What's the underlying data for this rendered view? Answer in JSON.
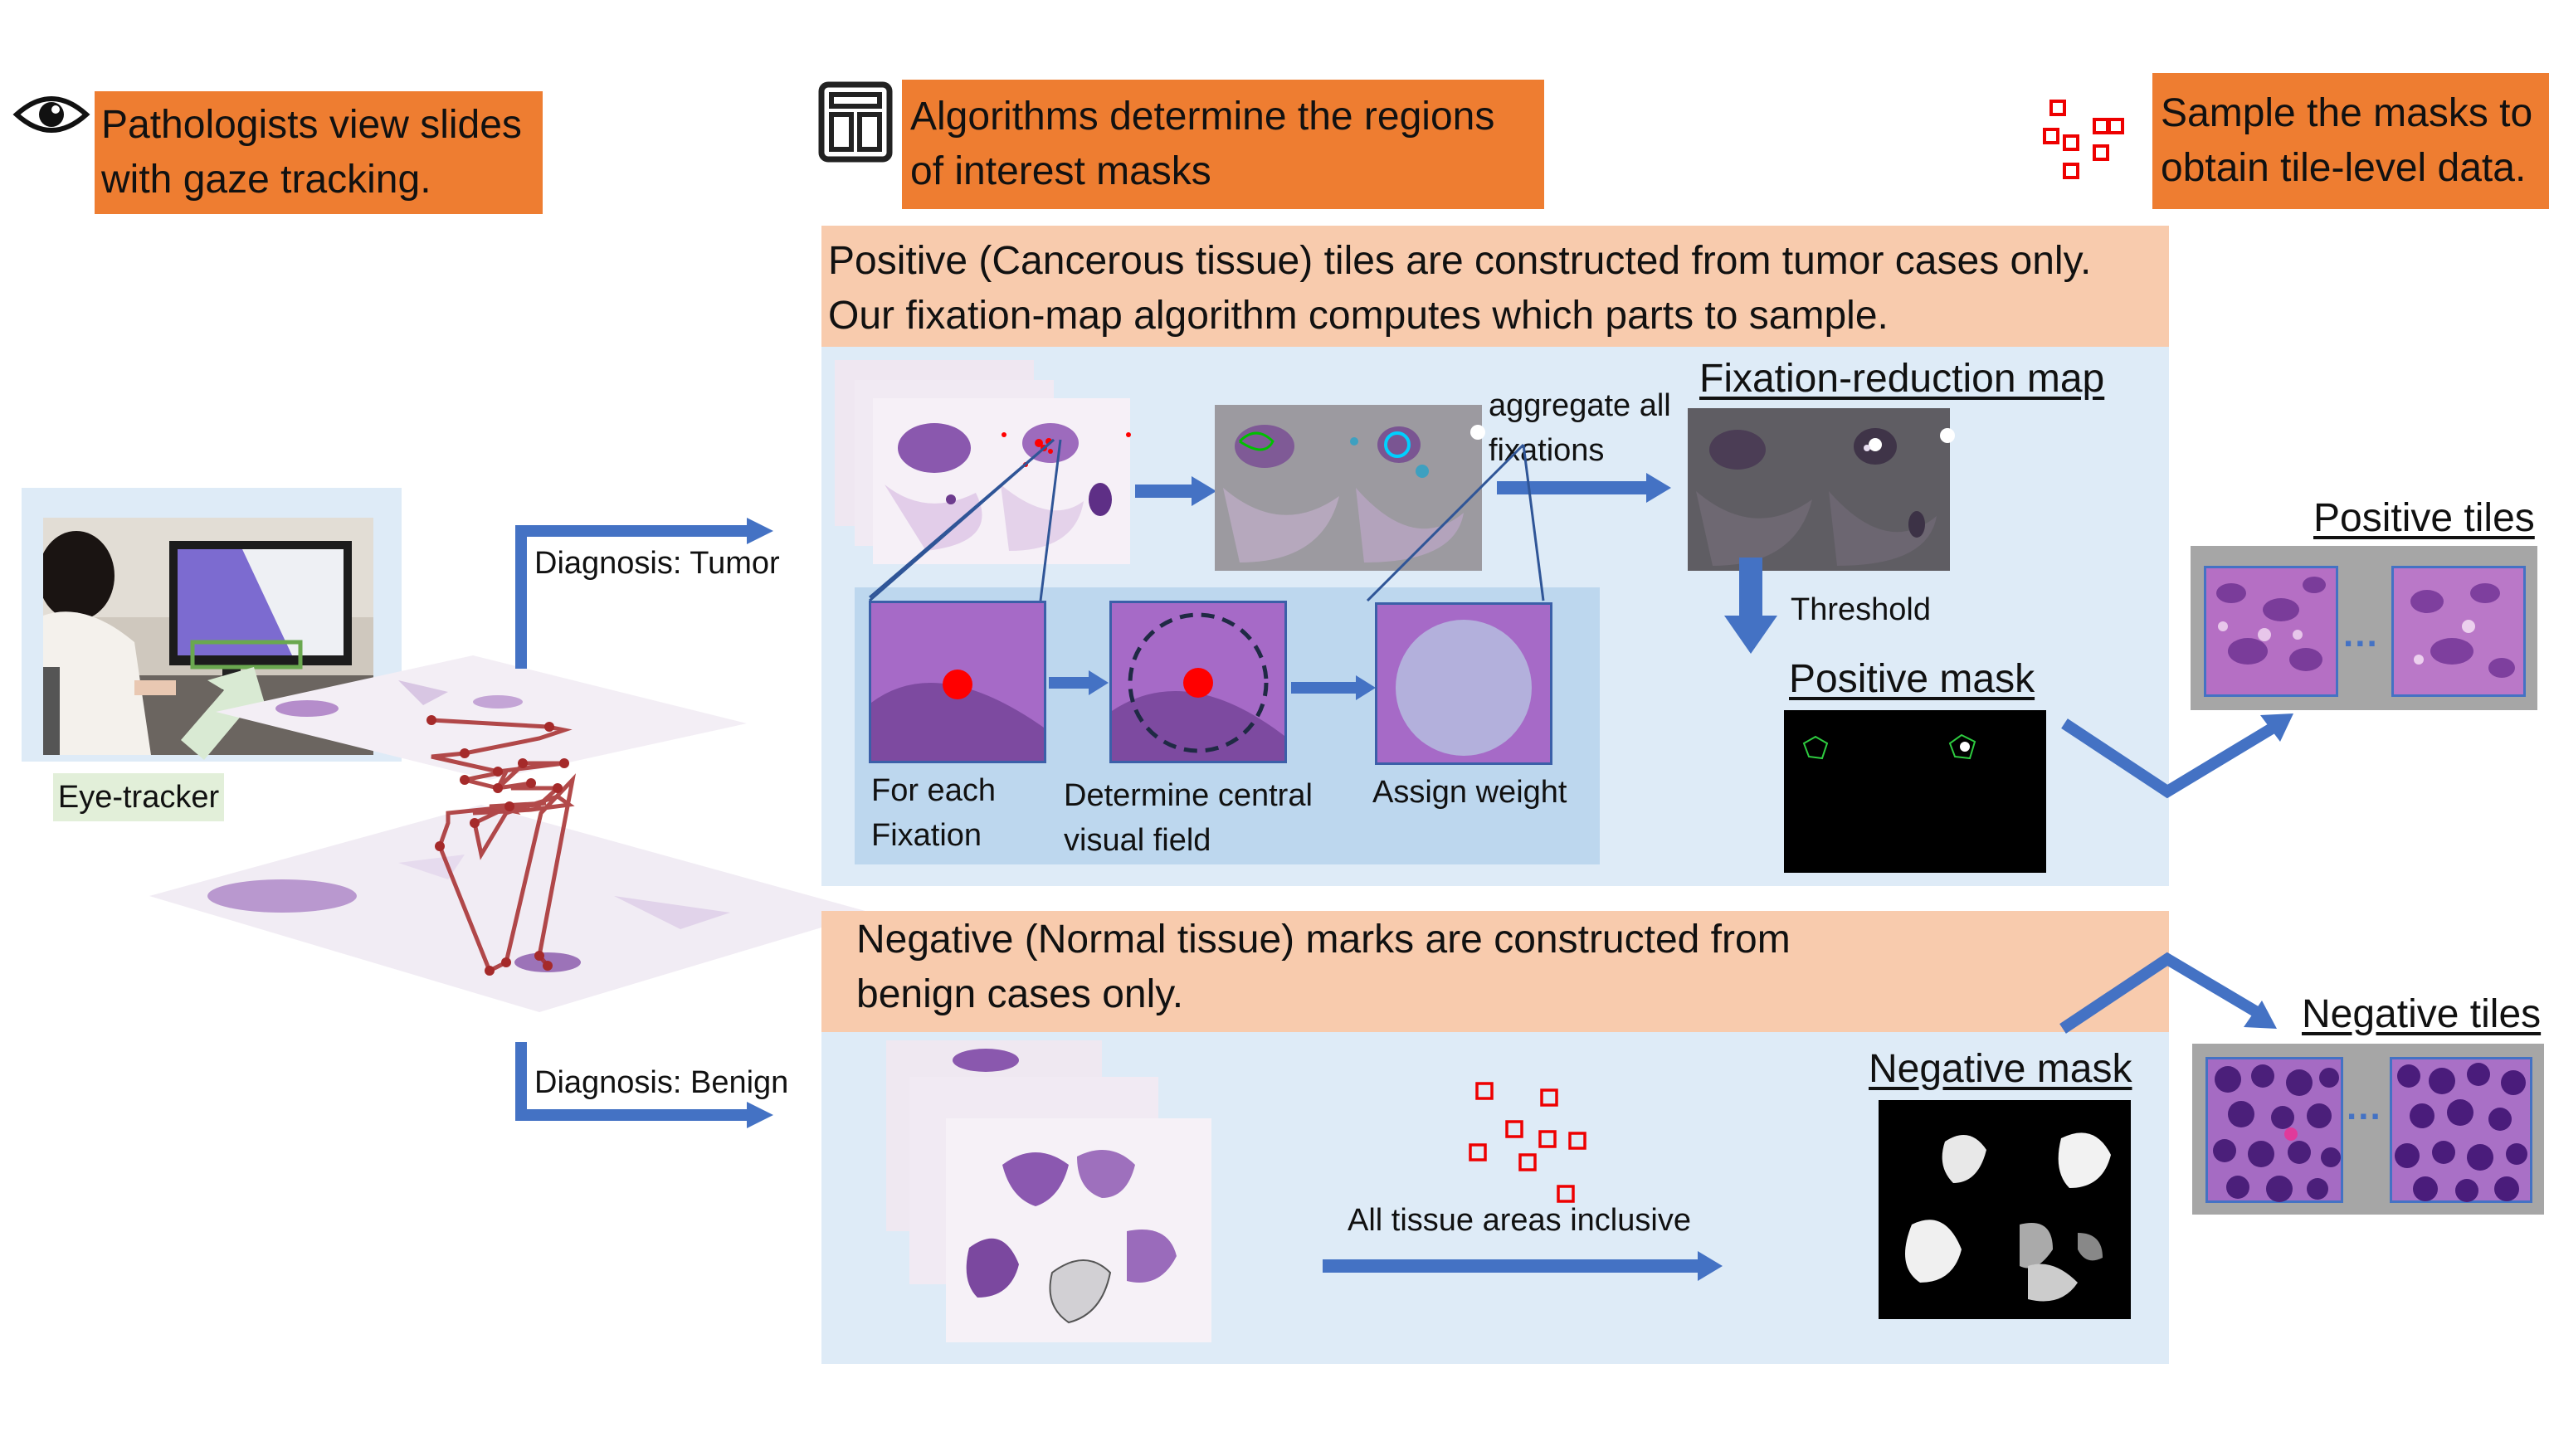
{
  "header": {
    "step1": "Pathologists view slides with gaze tracking.",
    "step2": "Algorithms determine the regions of interest masks",
    "step3": "Sample the masks to obtain tile-level data."
  },
  "left": {
    "eye_tracker_label": "Eye-tracker",
    "diagnosis_tumor": "Diagnosis: Tumor",
    "diagnosis_benign": "Diagnosis: Benign"
  },
  "positive": {
    "description_line1": "Positive (Cancerous tissue) tiles are constructed from tumor cases only.",
    "description_line2": "Our fixation-map algorithm computes which parts to sample.",
    "aggregate_line1": "aggregate all",
    "aggregate_line2": "fixations",
    "fixation_map_title": "Fixation-reduction map",
    "threshold_label": "Threshold",
    "mask_title": "Positive mask",
    "step_fixation_line1": "For each",
    "step_fixation_line2": "Fixation",
    "step_visual_line1": "Determine central",
    "step_visual_line2": "visual field",
    "step_weight": "Assign weight",
    "tiles_title": "Positive tiles",
    "ellipsis": "..."
  },
  "negative": {
    "description_line1": "Negative (Normal tissue) marks are constructed from",
    "description_line2": "benign cases only.",
    "all_tissue_label": "All tissue areas inclusive",
    "mask_title": "Negative mask",
    "tiles_title": "Negative tiles",
    "ellipsis": "..."
  },
  "colors": {
    "orange_box": "#ee7d31",
    "peach_box": "#f8cbad",
    "light_blue_panel": "#deebf7",
    "mid_blue_panel": "#bdd7ee",
    "arrow_blue": "#4472c4",
    "fixation_red": "#ff0000",
    "gaze_path": "#a52a2a",
    "eye_tracker_green": "#d9ead3"
  },
  "icons": [
    "eye-icon",
    "layout-icon",
    "sample-squares-icon"
  ]
}
